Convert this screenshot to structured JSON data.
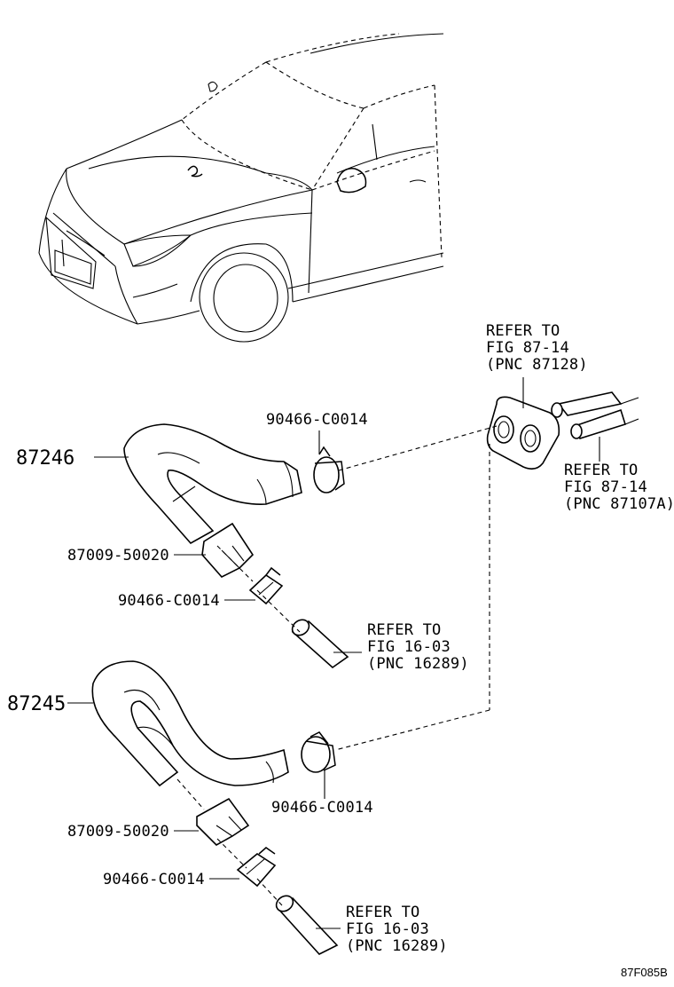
{
  "labels": {
    "ref_top": {
      "l1": "REFER TO",
      "l2": "FIG 87-14",
      "l3": "(PNC 87128)"
    },
    "ref_right": {
      "l1": "REFER TO",
      "l2": "FIG 87-14",
      "l3": "(PNC 87107A)"
    },
    "ref_mid": {
      "l1": "REFER TO",
      "l2": "FIG 16-03",
      "l3": "(PNC 16289)"
    },
    "ref_bot": {
      "l1": "REFER TO",
      "l2": "FIG 16-03",
      "l3": "(PNC 16289)"
    },
    "clamp_upper": "90466-C0014",
    "hose_upper": "87246",
    "joint_upper": "87009-50020",
    "clamp_upper_lower": "90466-C0014",
    "hose_lower": "87245",
    "clamp_lower": "90466-C0014",
    "joint_lower": "87009-50020",
    "clamp_lower_lower": "90466-C0014",
    "figure_code": "87F085B"
  }
}
